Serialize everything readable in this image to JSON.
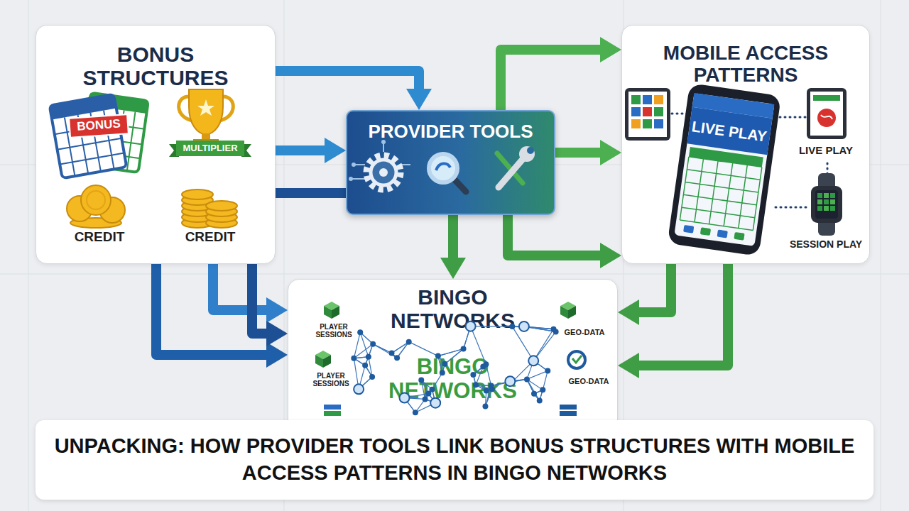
{
  "diagram": {
    "caption": "UNPACKING: HOW PROVIDER TOOLS LINK BONUS STRUCTURES WITH MOBILE ACCESS PATTERNS IN BINGO NETWORKS",
    "nodes": [
      {
        "text": [
          "BONUS STRUCTURES"
        ]
      },
      {
        "text": [
          "PROVIDER TOOLS"
        ]
      },
      {
        "text": [
          "MOBILE ACCESS PATTERNS"
        ]
      },
      {
        "text": [
          "BINGO NETWORKS",
          "BINGO NETWORKS"
        ]
      }
    ],
    "edges": [
      {
        "from": 0,
        "to": 1,
        "arrow": "to"
      },
      {
        "from": 0,
        "to": 1,
        "arrow": "to"
      },
      {
        "from": 0,
        "to": 3,
        "arrow": "to"
      },
      {
        "from": 0,
        "to": 3,
        "arrow": "to"
      },
      {
        "from": 1,
        "to": 3,
        "arrow": "to"
      },
      {
        "from": 1,
        "to": 3,
        "arrow": "to"
      },
      {
        "from": 1,
        "to": 2,
        "arrow": "to"
      },
      {
        "from": 1,
        "to": 2,
        "arrow": "to"
      },
      {
        "from": 1,
        "to": 2,
        "arrow": "to"
      },
      {
        "from": 2,
        "to": 3,
        "arrow": "to"
      },
      {
        "from": 2,
        "to": 3,
        "arrow": "to"
      }
    ],
    "labels": [
      "BONUS",
      "MULTIPLIER",
      "CREDIT",
      "CREDIT",
      "LIVE PLAY",
      "LIVE PLAY",
      "SESSION PLAY",
      "PLAYER SESSIONS",
      "PLAYER SESSIONS",
      "GEO-DATA",
      "GEO-DATA"
    ]
  }
}
